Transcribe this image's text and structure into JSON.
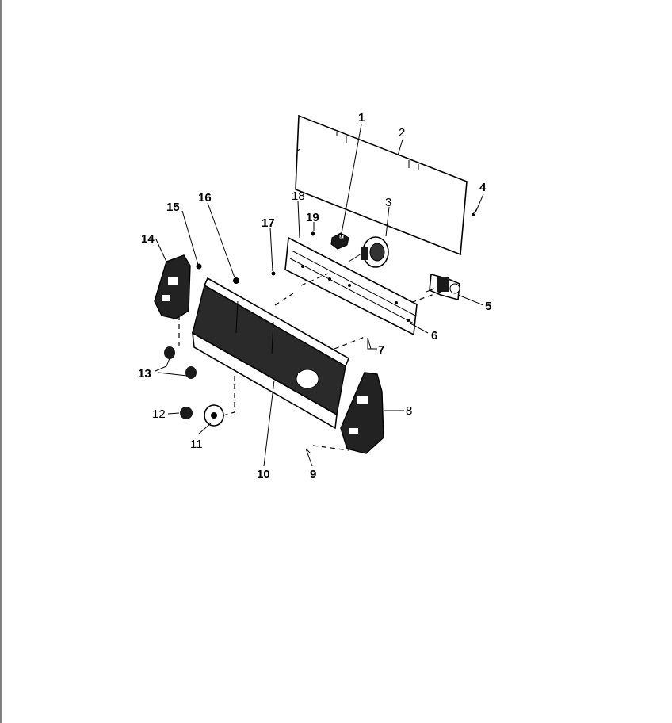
{
  "diagram": {
    "background": "#ffffff",
    "ink": "#000000",
    "callouts": [
      {
        "id": "1",
        "text": "1",
        "bold": true
      },
      {
        "id": "2",
        "text": "2",
        "bold": false
      },
      {
        "id": "3",
        "text": "3",
        "bold": false
      },
      {
        "id": "4",
        "text": "4",
        "bold": true
      },
      {
        "id": "5",
        "text": "5",
        "bold": true
      },
      {
        "id": "6",
        "text": "6",
        "bold": true
      },
      {
        "id": "7",
        "text": "7",
        "bold": true
      },
      {
        "id": "8",
        "text": "8",
        "bold": false
      },
      {
        "id": "9",
        "text": "9",
        "bold": true
      },
      {
        "id": "10",
        "text": "10",
        "bold": true
      },
      {
        "id": "11",
        "text": "11",
        "bold": false
      },
      {
        "id": "12",
        "text": "12",
        "bold": false
      },
      {
        "id": "13",
        "text": "13",
        "bold": true
      },
      {
        "id": "14",
        "text": "14",
        "bold": true
      },
      {
        "id": "15",
        "text": "15",
        "bold": true
      },
      {
        "id": "16",
        "text": "16",
        "bold": true
      },
      {
        "id": "17",
        "text": "17",
        "bold": true
      },
      {
        "id": "18",
        "text": "18",
        "bold": false
      },
      {
        "id": "19",
        "text": "19",
        "bold": true
      }
    ]
  }
}
